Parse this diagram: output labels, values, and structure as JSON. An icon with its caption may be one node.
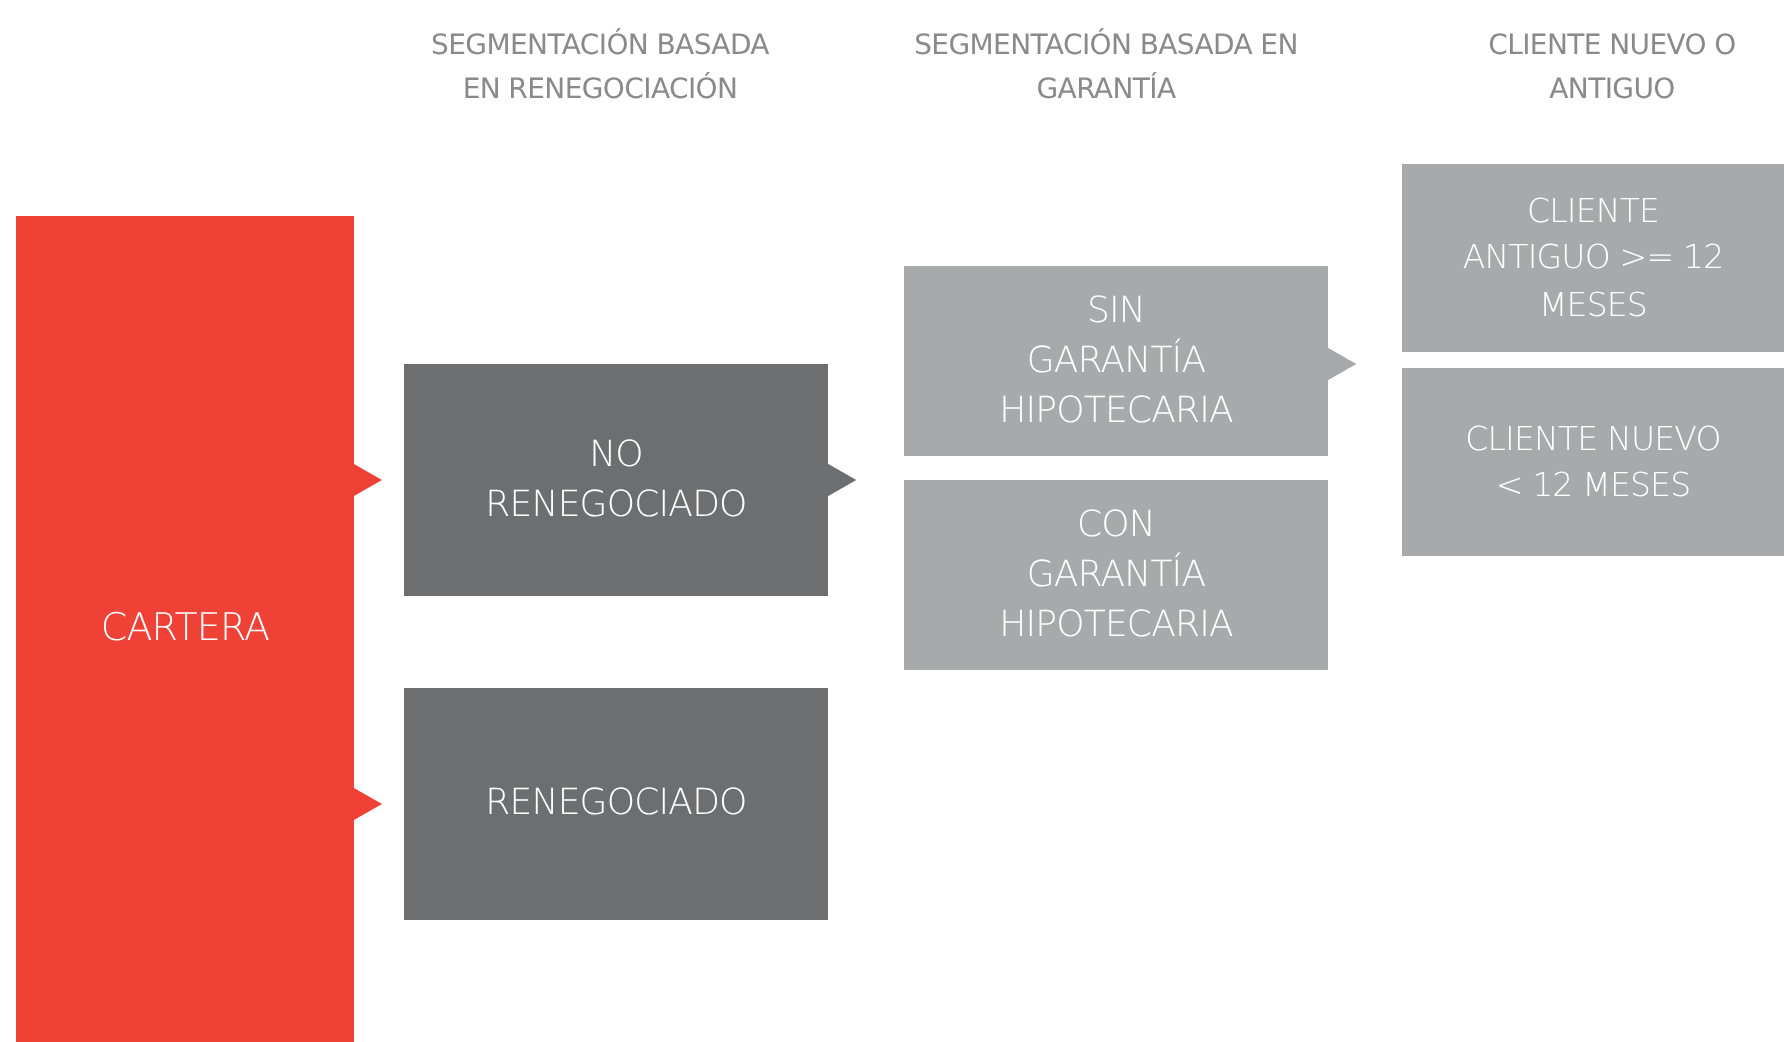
{
  "diagram": {
    "nodes": [
      {
        "text": [
          "CARTERA"
        ]
      },
      {
        "text": [
          "NO RENEGOCIADO"
        ]
      },
      {
        "text": [
          "RENEGOCIADO"
        ]
      },
      {
        "text": [
          "SIN GARANTÍA HIPOTECARIA"
        ]
      },
      {
        "text": [
          "CON GARANTÍA HIPOTECARIA"
        ]
      },
      {
        "text": [
          "CLIENTE ANTIGUO >= 12 MESES"
        ]
      },
      {
        "text": [
          "CLIENTE NUEVO < 12 MESES"
        ]
      }
    ],
    "edges": [
      {
        "from": 0,
        "to": 1,
        "arrow": "to"
      },
      {
        "from": 0,
        "to": 2,
        "arrow": "to"
      },
      {
        "from": 1,
        "to": 3,
        "arrow": "to"
      },
      {
        "from": 1,
        "to": 4,
        "arrow": "to"
      },
      {
        "from": 3,
        "to": 5,
        "arrow": "to"
      },
      {
        "from": 3,
        "to": 6,
        "arrow": "to"
      }
    ],
    "labels": [
      "SEGMENTACIÓN BASADA EN RENEGOCIACIÓN",
      "SEGMENTACIÓN BASADA EN GARANTÍA",
      "CLIENTE NUEVO O ANTIGUO"
    ]
  }
}
